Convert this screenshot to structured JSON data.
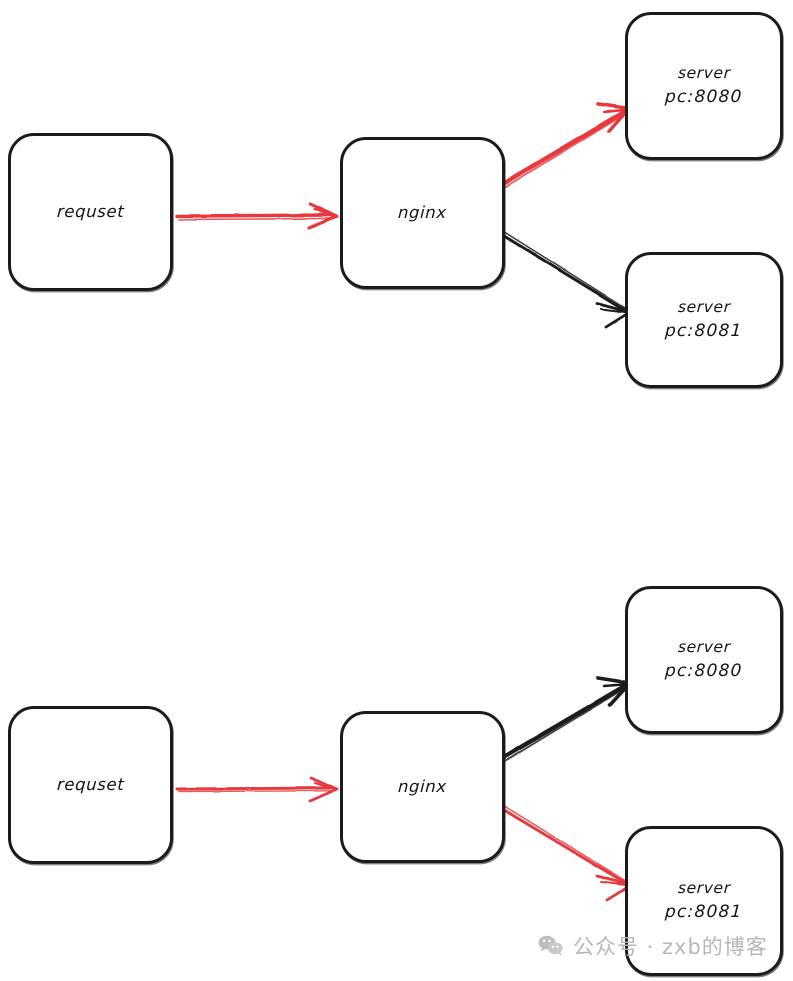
{
  "diagram": {
    "title": "nginx load balancing request routing diagram",
    "colors": {
      "stroke_black": "#1b1b1b",
      "stroke_red": "#e8393c",
      "background": "#ffffff",
      "watermark": "#b7b7b7"
    },
    "panels": [
      {
        "id": "panel-top",
        "nodes": [
          {
            "id": "request",
            "label": "requset",
            "sublabel": ""
          },
          {
            "id": "nginx",
            "label": "nginx",
            "sublabel": ""
          },
          {
            "id": "server-8080",
            "label": "server",
            "sublabel": "pc:8080"
          },
          {
            "id": "server-8081",
            "label": "server",
            "sublabel": "pc:8081"
          }
        ],
        "edges": [
          {
            "id": "request-to-nginx",
            "from": "request",
            "to": "nginx",
            "color": "#e8393c",
            "style": "active"
          },
          {
            "id": "nginx-to-8080",
            "from": "nginx",
            "to": "server-8080",
            "color": "#e8393c",
            "style": "active"
          },
          {
            "id": "nginx-to-8081",
            "from": "nginx",
            "to": "server-8081",
            "color": "#1b1b1b",
            "style": "idle"
          }
        ]
      },
      {
        "id": "panel-bottom",
        "nodes": [
          {
            "id": "request",
            "label": "requset",
            "sublabel": ""
          },
          {
            "id": "nginx",
            "label": "nginx",
            "sublabel": ""
          },
          {
            "id": "server-8080",
            "label": "server",
            "sublabel": "pc:8080"
          },
          {
            "id": "server-8081",
            "label": "server",
            "sublabel": "pc:8081"
          }
        ],
        "edges": [
          {
            "id": "request-to-nginx",
            "from": "request",
            "to": "nginx",
            "color": "#e8393c",
            "style": "active"
          },
          {
            "id": "nginx-to-8080",
            "from": "nginx",
            "to": "server-8080",
            "color": "#1b1b1b",
            "style": "idle"
          },
          {
            "id": "nginx-to-8081",
            "from": "nginx",
            "to": "server-8081",
            "color": "#e8393c",
            "style": "active"
          }
        ]
      }
    ]
  },
  "watermark": {
    "icon": "wechat-icon",
    "text": "公众号 · zxb的博客"
  }
}
